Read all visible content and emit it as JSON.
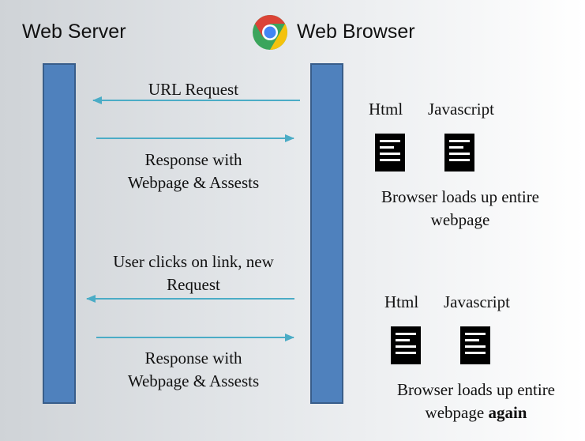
{
  "server": {
    "title": "Web Server"
  },
  "browser": {
    "title": "Web Browser"
  },
  "messages": [
    {
      "text": "URL Request",
      "direction": "to-server"
    },
    {
      "text": "Response with\nWebpage & Assests",
      "direction": "to-browser"
    },
    {
      "text": "User clicks on link, new\nRequest",
      "direction": "to-server"
    },
    {
      "text": "Response with\nWebpage & Assests",
      "direction": "to-browser"
    }
  ],
  "loads": [
    {
      "html_label": "Html",
      "js_label": "Javascript",
      "caption_line1": "Browser loads up entire",
      "caption_line2": "webpage",
      "caption_emphasis": ""
    },
    {
      "html_label": "Html",
      "js_label": "Javascript",
      "caption_line1": "Browser loads up entire",
      "caption_line2": "webpage",
      "caption_emphasis": "again"
    }
  ],
  "colors": {
    "lifeline": "#4f81bd",
    "arrow": "#4bacc6"
  },
  "icons": {
    "browser": "chrome-icon",
    "document": "document-icon"
  }
}
